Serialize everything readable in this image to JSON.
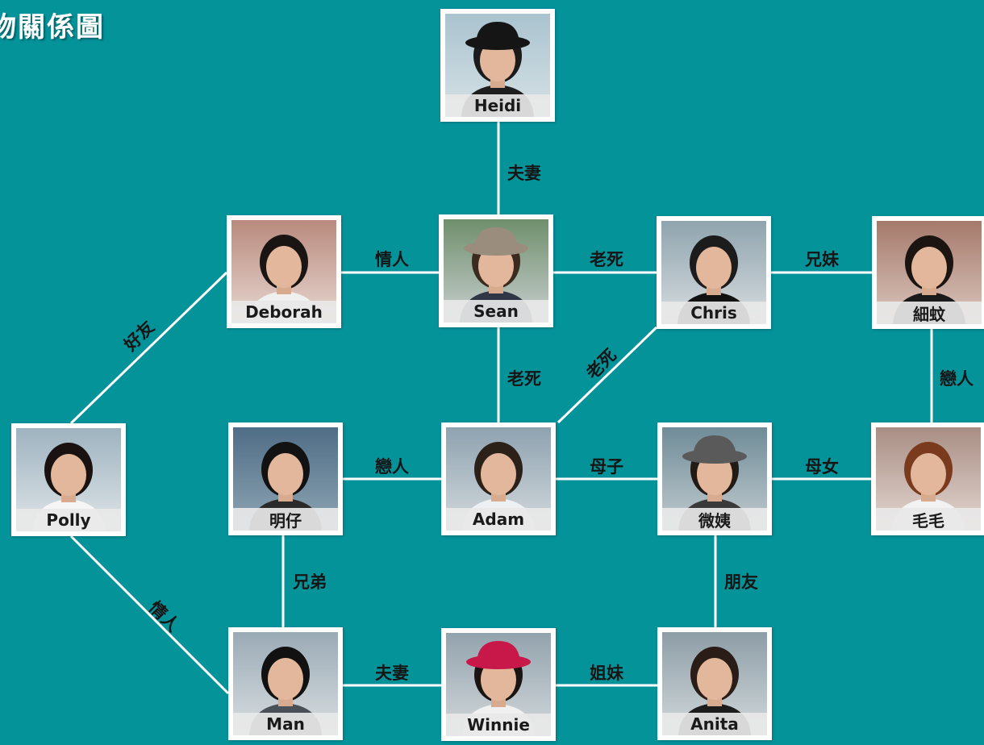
{
  "title": "物關係圖",
  "colors": {
    "background": "#05939a",
    "line": "#ffffff",
    "card": "#ffffff",
    "label_text": "#151515"
  },
  "people": {
    "heidi": {
      "name": "Heidi"
    },
    "deborah": {
      "name": "Deborah"
    },
    "sean": {
      "name": "Sean"
    },
    "chris": {
      "name": "Chris"
    },
    "saiman": {
      "name": "細蚊"
    },
    "polly": {
      "name": "Polly"
    },
    "mingjai": {
      "name": "明仔"
    },
    "adam": {
      "name": "Adam"
    },
    "meiyi": {
      "name": "微姨"
    },
    "mouMou": {
      "name": "毛毛"
    },
    "man": {
      "name": "Man"
    },
    "winnie": {
      "name": "Winnie"
    },
    "anita": {
      "name": "Anita"
    }
  },
  "relations": [
    {
      "from": "heidi",
      "to": "sean",
      "label": "夫妻"
    },
    {
      "from": "deborah",
      "to": "sean",
      "label": "情人"
    },
    {
      "from": "sean",
      "to": "chris",
      "label": "老死"
    },
    {
      "from": "chris",
      "to": "saiman",
      "label": "兄妹"
    },
    {
      "from": "polly",
      "to": "deborah",
      "label": "好友"
    },
    {
      "from": "sean",
      "to": "adam",
      "label": "老死"
    },
    {
      "from": "chris",
      "to": "adam",
      "label": "老死"
    },
    {
      "from": "saiman",
      "to": "mouMou",
      "label": "戀人"
    },
    {
      "from": "mingjai",
      "to": "adam",
      "label": "戀人"
    },
    {
      "from": "adam",
      "to": "meiyi",
      "label": "母子"
    },
    {
      "from": "meiyi",
      "to": "mouMou",
      "label": "母女"
    },
    {
      "from": "mingjai",
      "to": "man",
      "label": "兄弟"
    },
    {
      "from": "meiyi",
      "to": "anita",
      "label": "朋友"
    },
    {
      "from": "polly",
      "to": "man",
      "label": "情人"
    },
    {
      "from": "man",
      "to": "winnie",
      "label": "夫妻"
    },
    {
      "from": "winnie",
      "to": "anita",
      "label": "姐妹"
    }
  ]
}
